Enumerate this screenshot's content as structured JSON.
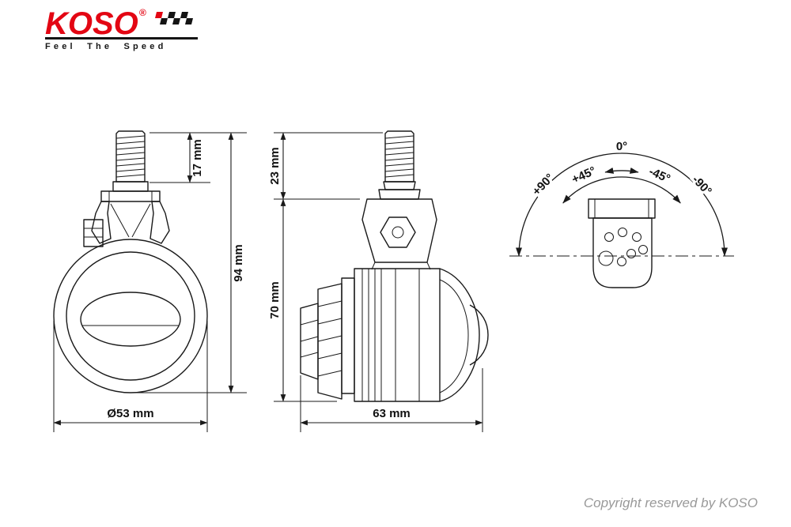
{
  "brand": {
    "name": "KOSO",
    "registered": "®",
    "tagline": "Feel The Speed",
    "color": "#e30613"
  },
  "drawing": {
    "line_color": "#1a1a1a",
    "front_view": {
      "dim_thread": "17 mm",
      "dim_height": "94 mm",
      "dim_diameter": "Ø53 mm"
    },
    "side_view": {
      "dim_top": "23 mm",
      "dim_body": "70 mm",
      "dim_length": "63 mm"
    },
    "angle_view": {
      "angle_zero": "0°",
      "angle_plus45": "+45°",
      "angle_minus45": "-45°",
      "angle_plus90": "+90°",
      "angle_minus90": "-90°"
    }
  },
  "footer": {
    "copyright": "Copyright reserved by KOSO",
    "color": "#999999"
  }
}
